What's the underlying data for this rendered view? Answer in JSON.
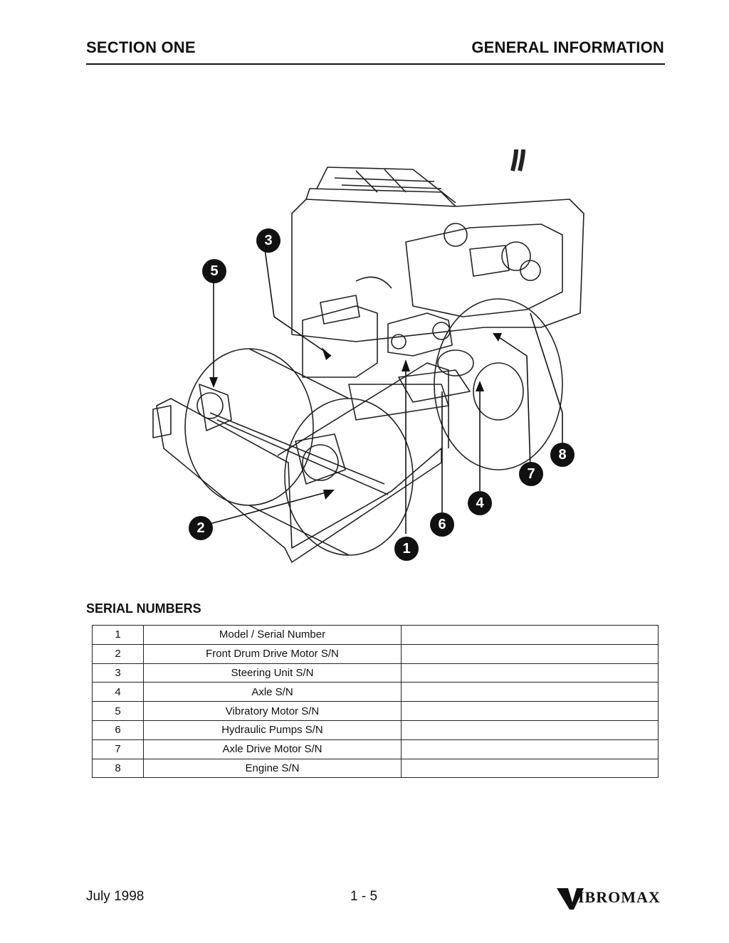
{
  "header": {
    "left": "SECTION ONE",
    "right": "GENERAL INFORMATION"
  },
  "diagram": {
    "callouts": [
      "1",
      "2",
      "3",
      "4",
      "5",
      "6",
      "7",
      "8"
    ]
  },
  "serial_numbers": {
    "heading": "SERIAL NUMBERS",
    "rows": [
      {
        "num": "1",
        "item": "Model / Serial Number",
        "value": ""
      },
      {
        "num": "2",
        "item": "Front Drum Drive Motor S/N",
        "value": ""
      },
      {
        "num": "3",
        "item": "Steering Unit S/N",
        "value": ""
      },
      {
        "num": "4",
        "item": "Axle S/N",
        "value": ""
      },
      {
        "num": "5",
        "item": "Vibratory Motor S/N",
        "value": ""
      },
      {
        "num": "6",
        "item": "Hydraulic Pumps S/N",
        "value": ""
      },
      {
        "num": "7",
        "item": "Axle Drive Motor S/N",
        "value": ""
      },
      {
        "num": "8",
        "item": "Engine S/N",
        "value": ""
      }
    ]
  },
  "footer": {
    "date": "July 1998",
    "page": "1 - 5",
    "logo": "VIBROMAX"
  }
}
